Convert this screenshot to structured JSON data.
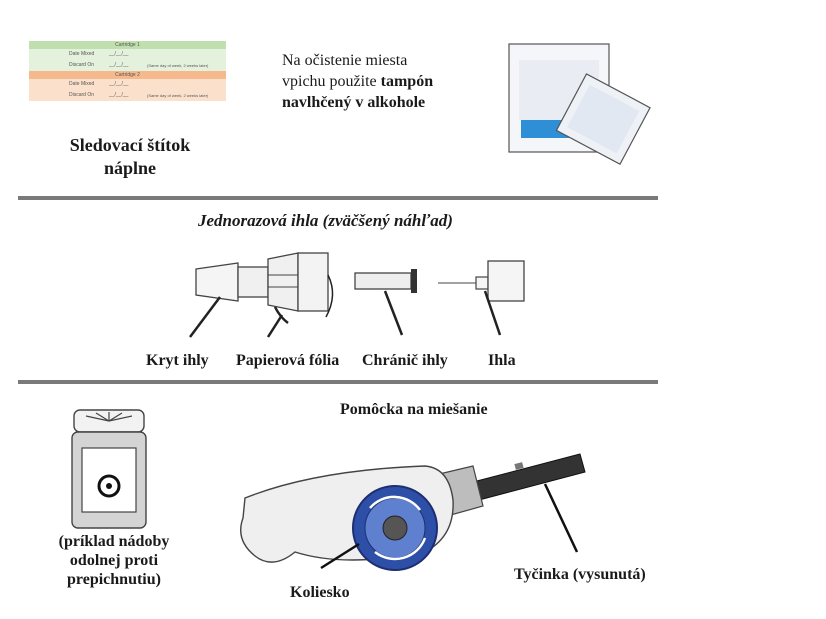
{
  "top": {
    "tracking_label": {
      "cartridge1_title": "Cartridge 1",
      "cartridge2_title": "Cartridge 2",
      "date_mixed": "Date Mixed",
      "discard_on": "Discard On",
      "date_blank": "__/__/__",
      "discard_note": "(Same day of week, 2 weeks later)",
      "green": "#d9ecd0",
      "orange": "#fbe1cc",
      "orange_head": "#f6b98d",
      "green_head": "#bfe0ae"
    },
    "tracking_caption_line1": "Sledovací štítok",
    "tracking_caption_line2": "náplne",
    "swab_text_line1": "Na očistenie miesta",
    "swab_text_line2_plain": "vpichu použite ",
    "swab_text_line2_bold": "tampón",
    "swab_text_line3_bold": "navlhčený v alkohole",
    "swab_stripe_color": "#2f8fd6"
  },
  "needle": {
    "title": "Jednorazová ihla (zväčšený náhľad)",
    "labels": {
      "cover": "Kryt ihly",
      "foil": "Papierová fólia",
      "shield": "Chránič ihly",
      "needle": "Ihla"
    }
  },
  "bottom": {
    "mixer_title": "Pomôcka na miešanie",
    "container_caption_line1": "(príklad nádoby",
    "container_caption_line2": "odolnej proti",
    "container_caption_line3": "prepichnutiu)",
    "wheel_label": "Koliesko",
    "rod_label": "Tyčinka (vysunutá)",
    "wheel_color": "#2e4fa8"
  }
}
